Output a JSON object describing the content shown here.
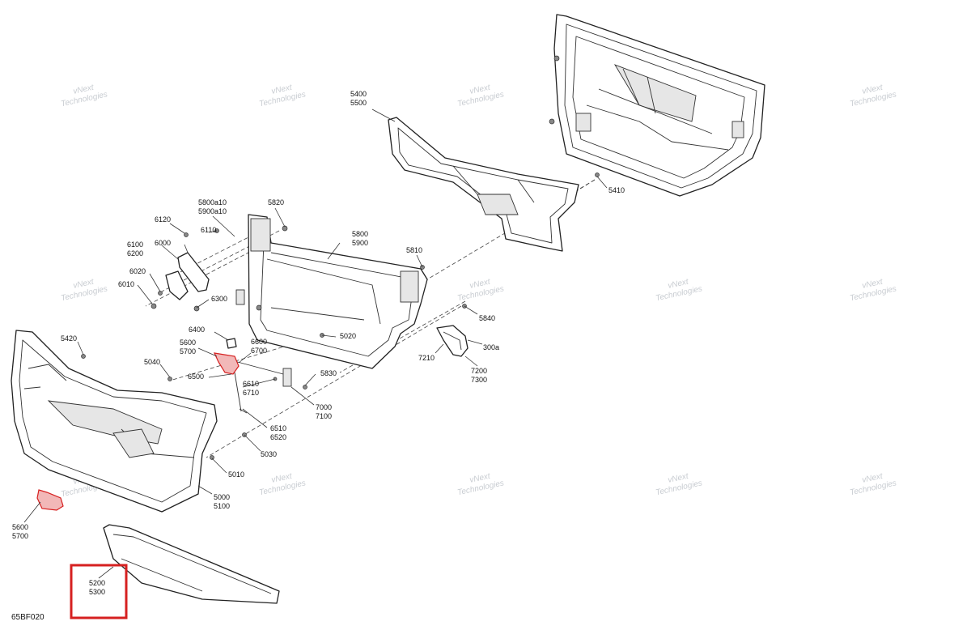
{
  "figure_id": "65BF020",
  "watermark_line1": "vNext",
  "watermark_line2": "Technologies",
  "highlight_color": "#d62020",
  "labels": [
    {
      "id": "l5400",
      "text": [
        "5400",
        "5500"
      ]
    },
    {
      "id": "l5410",
      "text": [
        "5410"
      ]
    },
    {
      "id": "l5800a10",
      "text": [
        "5800a10",
        "5900a10"
      ]
    },
    {
      "id": "l5820",
      "text": [
        "5820"
      ]
    },
    {
      "id": "l6120",
      "text": [
        "6120"
      ]
    },
    {
      "id": "l6110",
      "text": [
        "6110"
      ]
    },
    {
      "id": "l6100",
      "text": [
        "6100",
        "6200"
      ]
    },
    {
      "id": "l6000",
      "text": [
        "6000"
      ]
    },
    {
      "id": "l5800",
      "text": [
        "5800",
        "5900"
      ]
    },
    {
      "id": "l5810",
      "text": [
        "5810"
      ]
    },
    {
      "id": "l6020",
      "text": [
        "6020"
      ]
    },
    {
      "id": "l6010",
      "text": [
        "6010"
      ]
    },
    {
      "id": "l6300",
      "text": [
        "6300"
      ]
    },
    {
      "id": "l5840",
      "text": [
        "5840"
      ]
    },
    {
      "id": "l6400",
      "text": [
        "6400"
      ]
    },
    {
      "id": "l5020",
      "text": [
        "5020"
      ]
    },
    {
      "id": "l5420",
      "text": [
        "5420"
      ]
    },
    {
      "id": "l5600a",
      "text": [
        "5600",
        "5700"
      ]
    },
    {
      "id": "l6600",
      "text": [
        "6600",
        "6700"
      ]
    },
    {
      "id": "l7210",
      "text": [
        "7210"
      ]
    },
    {
      "id": "l300a",
      "text": [
        "300a"
      ]
    },
    {
      "id": "l7200",
      "text": [
        "7200",
        "7300"
      ]
    },
    {
      "id": "l5040",
      "text": [
        "5040"
      ]
    },
    {
      "id": "l6500",
      "text": [
        "6500"
      ]
    },
    {
      "id": "l5830",
      "text": [
        "5830"
      ]
    },
    {
      "id": "l6610",
      "text": [
        "6610",
        "6710"
      ]
    },
    {
      "id": "l7000",
      "text": [
        "7000",
        "7100"
      ]
    },
    {
      "id": "l6510",
      "text": [
        "6510",
        "6520"
      ]
    },
    {
      "id": "l5030",
      "text": [
        "5030"
      ]
    },
    {
      "id": "l5010",
      "text": [
        "5010"
      ]
    },
    {
      "id": "l5000",
      "text": [
        "5000",
        "5100"
      ]
    },
    {
      "id": "l5600b",
      "text": [
        "5600",
        "5700"
      ]
    },
    {
      "id": "l5200",
      "text": [
        "5200",
        "5300"
      ]
    }
  ]
}
